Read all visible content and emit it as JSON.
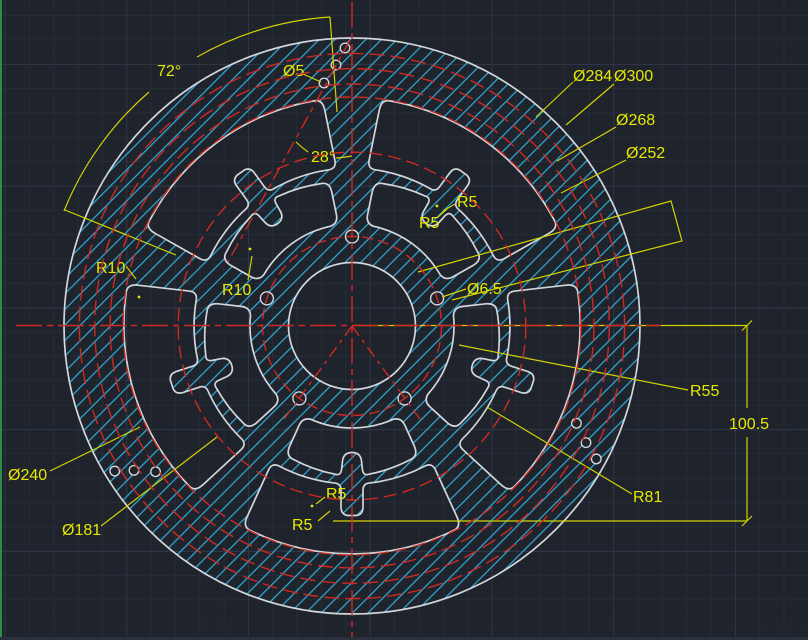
{
  "canvas": {
    "background": "#1e232c",
    "grid_minor_color": "#262c37",
    "grid_major_color": "#2e3544",
    "left_edge_color": "#2e8b4a",
    "bottom_edge_color": "#2b313c"
  },
  "colors": {
    "geometry_outline": "#d2d6da",
    "hatch": "#2fa9d2",
    "centerline": "#cd2a23",
    "dimension": "#e8e800"
  },
  "annotations": {
    "angle_72": "72°",
    "dia_5": "Ø5",
    "angle_28": "28°",
    "dia_284": "Ø284",
    "dia_300": "Ø300",
    "dia_268": "Ø268",
    "dia_252": "Ø252",
    "r5_top_1": "R5",
    "r5_top_2": "R5",
    "dia_6_5": "Ø6.5",
    "r10_left": "R10",
    "r10_mid": "R10",
    "dia_240": "Ø240",
    "dia_181": "Ø181",
    "r5_bottom_1": "R5",
    "r5_bottom_2": "R5",
    "r55": "R55",
    "r81": "R81",
    "len_100_5": "100.5"
  }
}
